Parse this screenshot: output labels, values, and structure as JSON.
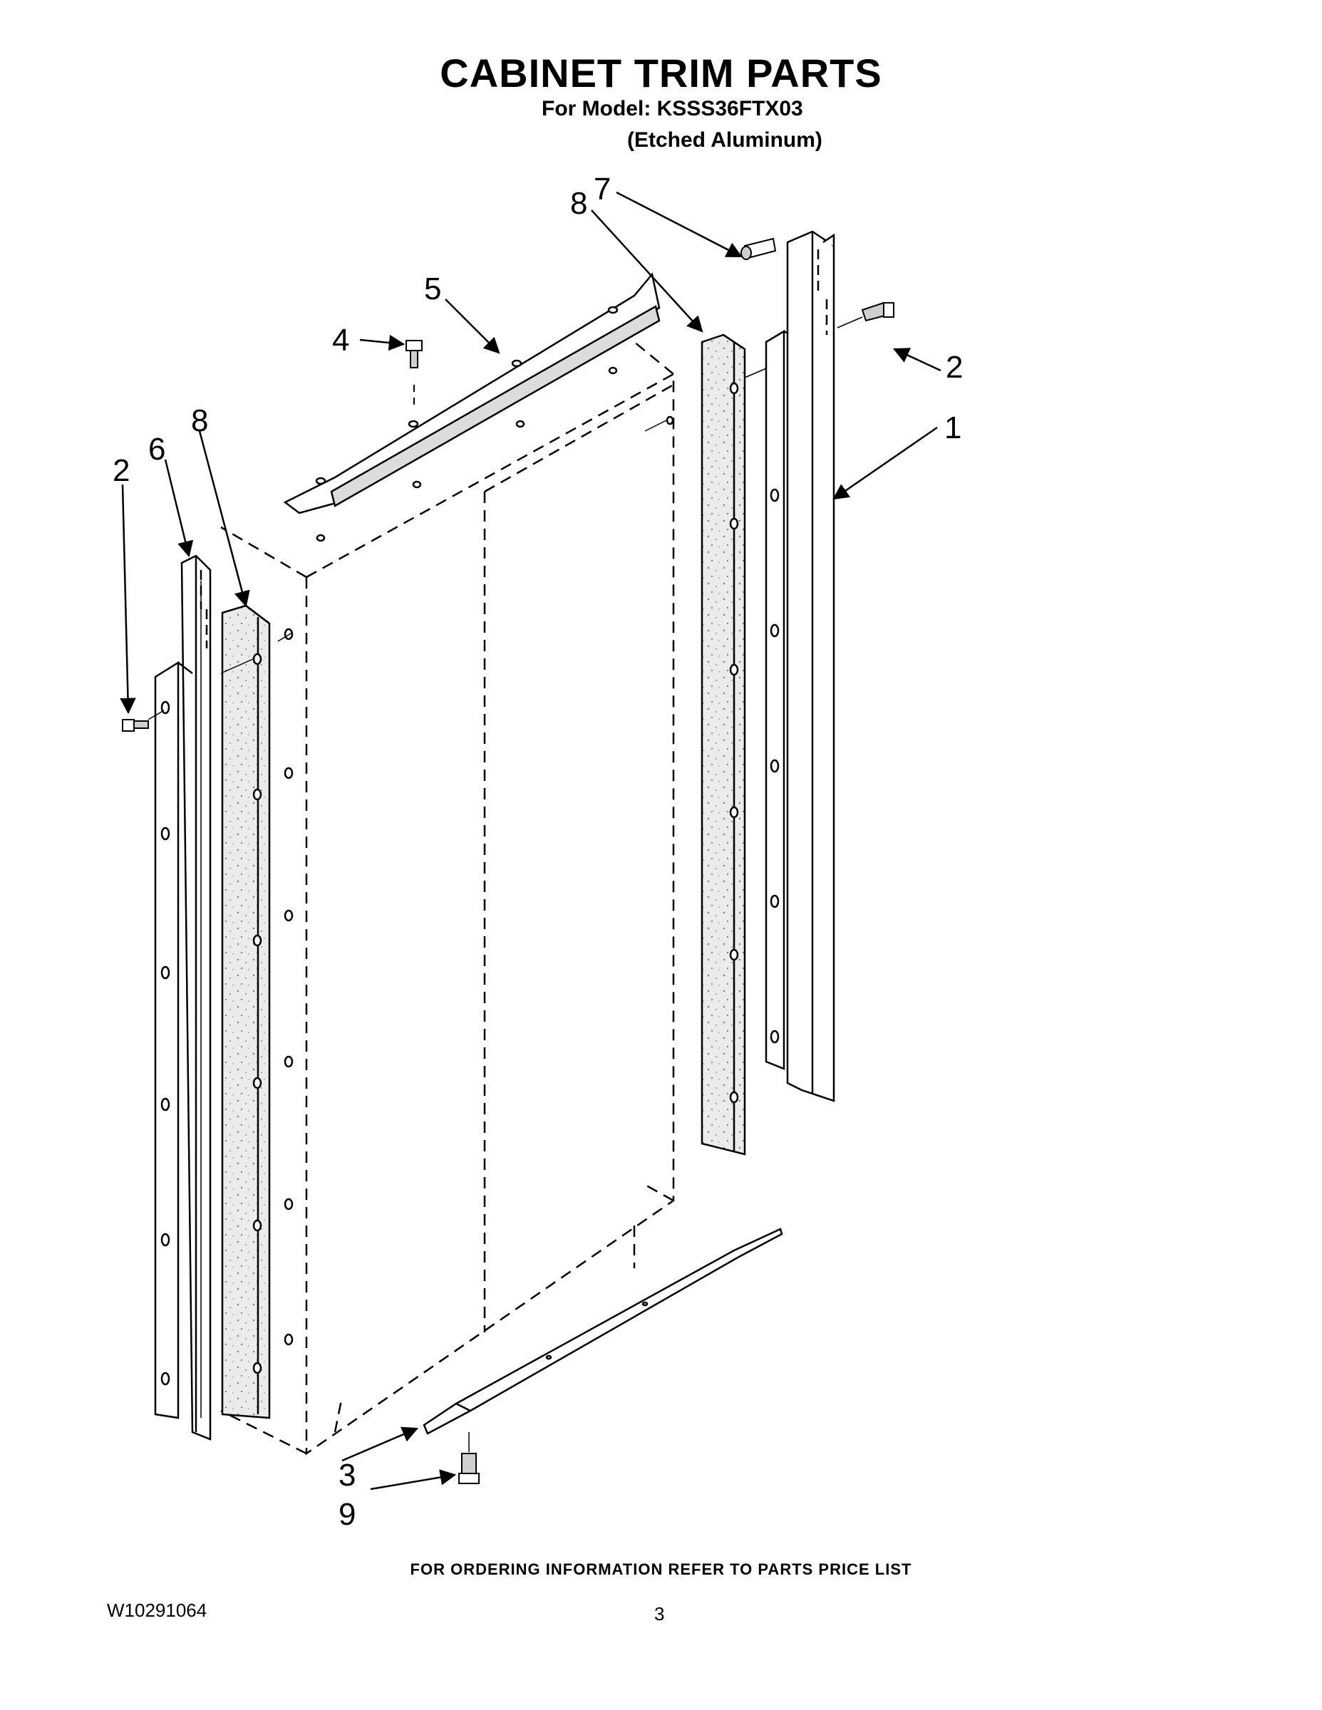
{
  "header": {
    "title": "CABINET TRIM PARTS",
    "model_line": "For Model: KSSS36FTX03",
    "finish_line": "(Etched Aluminum)"
  },
  "callouts": [
    "1",
    "2",
    "2",
    "3",
    "4",
    "5",
    "6",
    "7",
    "8",
    "8",
    "9"
  ],
  "footer": {
    "ordering_note": "FOR ORDERING INFORMATION REFER TO PARTS PRICE LIST",
    "doc_number": "W10291064",
    "page_number": "3"
  }
}
